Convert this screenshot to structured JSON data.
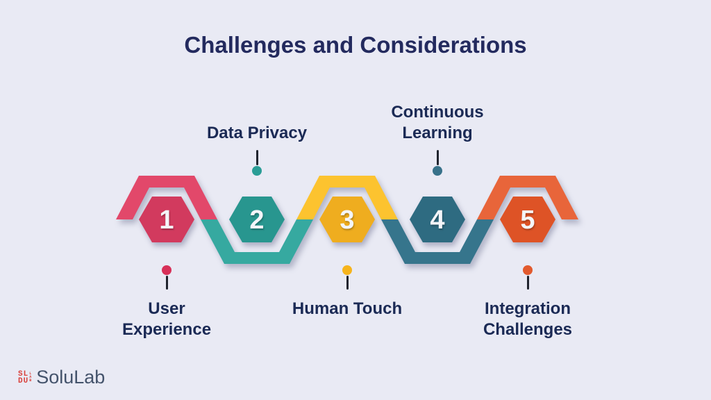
{
  "title": "Challenges and Considerations",
  "steps": [
    {
      "number": "1",
      "label": "User Experience",
      "label_lines": [
        "User",
        "Experience"
      ],
      "label_position": "bottom",
      "band_color": "#e2486a",
      "hex_color": "#d23a5e",
      "dot_color": "#d73058"
    },
    {
      "number": "2",
      "label": "Data Privacy",
      "label_lines": [
        "Data Privacy"
      ],
      "label_position": "top",
      "band_color": "#36a9a0",
      "hex_color": "#28968f",
      "dot_color": "#2a9d96"
    },
    {
      "number": "3",
      "label": "Human Touch",
      "label_lines": [
        "Human Touch"
      ],
      "label_position": "bottom",
      "band_color": "#fcc32f",
      "hex_color": "#efad1f",
      "dot_color": "#f6b41c"
    },
    {
      "number": "4",
      "label": "Continuous Learning",
      "label_lines": [
        "Continuous",
        "Learning"
      ],
      "label_position": "top",
      "band_color": "#36758c",
      "hex_color": "#2e6b81",
      "dot_color": "#38728a"
    },
    {
      "number": "5",
      "label": "Integration Challenges",
      "label_lines": [
        "Integration",
        "Challenges"
      ],
      "label_position": "bottom",
      "band_color": "#e8653a",
      "hex_color": "#de5326",
      "dot_color": "#e25a2e"
    }
  ],
  "logo": {
    "text": "SoluLab",
    "icon_top": "SL",
    "icon_bottom": "DU",
    "icon_side": "LAB",
    "icon_color": "#d9403b"
  },
  "colors": {
    "background": "#e9eaf4",
    "title": "#232a5e",
    "label": "#1b2a55",
    "number": "#f4f5f9",
    "connector": "#20242e"
  }
}
